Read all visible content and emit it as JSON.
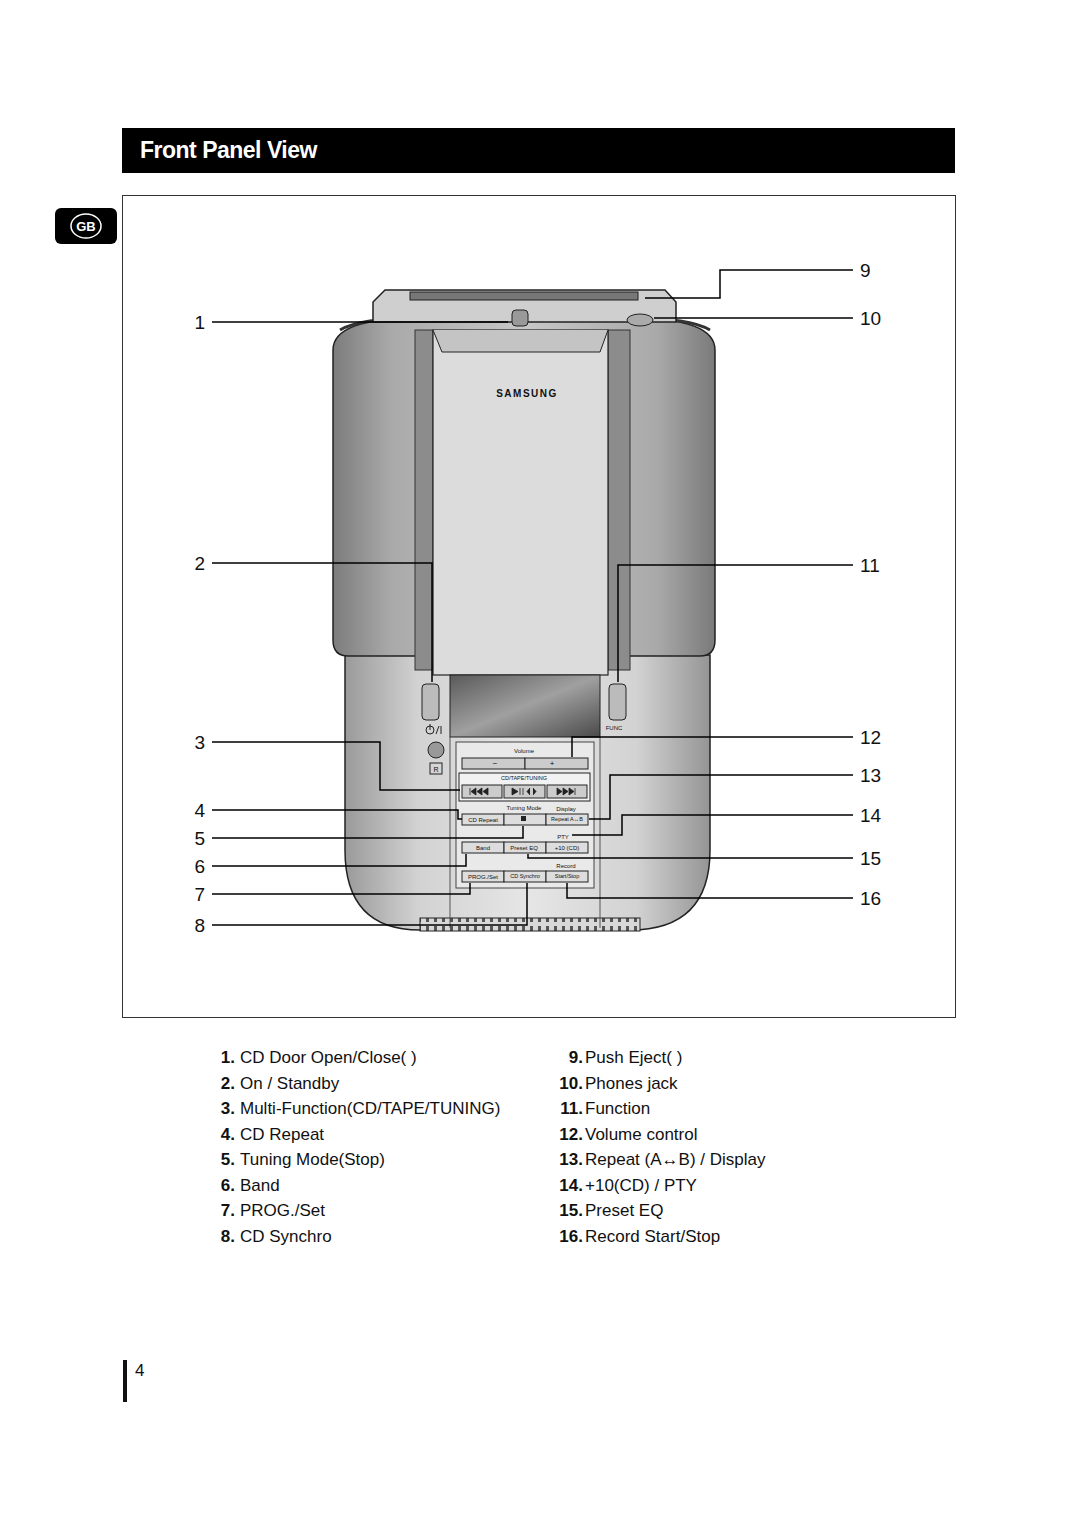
{
  "diagram": {
    "title": "Front Panel View",
    "nodes": [
      {
        "text": [
          "Front Panel View"
        ]
      },
      {
        "text": [
          "GB"
        ]
      }
    ],
    "labels": [
      "1",
      "2",
      "3",
      "4",
      "5",
      "6",
      "7",
      "8",
      "9",
      "10",
      "11",
      "12",
      "13",
      "14",
      "15",
      "16",
      "SAMSUNG",
      "FUNC",
      "R",
      "Volume",
      "−",
      "+",
      "CD/TAPE/TUNING",
      "Tuning Mode",
      "Display",
      "CD Repeat",
      "Repeat A↔B",
      "PTY",
      "Band",
      "Preset EQ",
      "+10 (CD)",
      "Record",
      "PROG./Set",
      "CD Synchro",
      "Start/Stop",
      "1.",
      "CD Door Open/Close(   )",
      "2.",
      "On / Standby",
      "3.",
      "Multi-Function(CD/TAPE/TUNING)",
      "4.",
      "CD Repeat",
      "5.",
      "Tuning Mode(Stop)",
      "6.",
      "Band",
      "7.",
      "PROG./Set",
      "8.",
      "CD Synchro",
      "9.",
      "Push Eject(   )",
      "10.",
      "Phones jack",
      "11.",
      "Function",
      "12.",
      "Volume control",
      "13.",
      "Repeat (A↔B) / Display",
      "14.",
      "+10(CD) / PTY",
      "15.",
      "Preset EQ",
      "16.",
      "Record Start/Stop",
      "4"
    ]
  }
}
